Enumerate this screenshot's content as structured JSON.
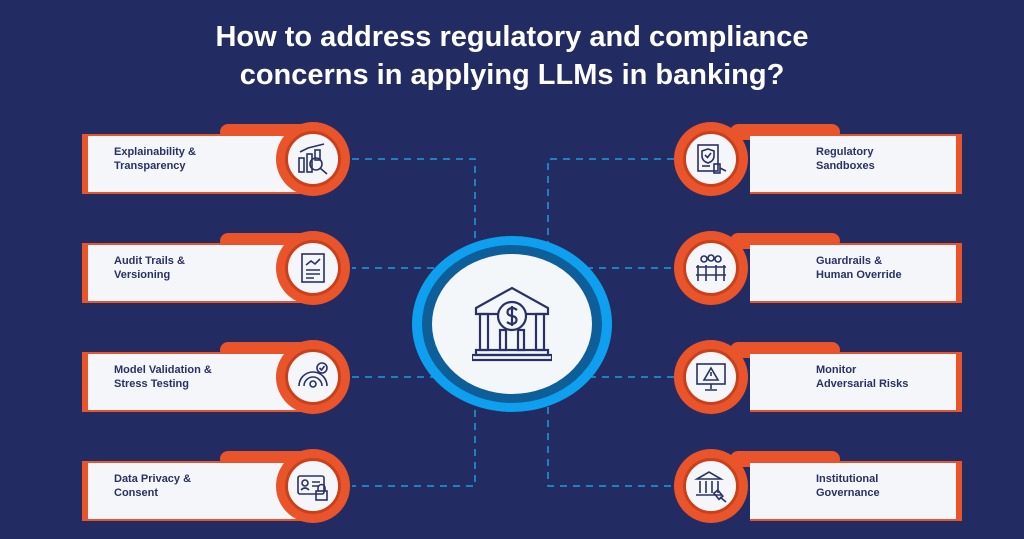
{
  "title": [
    "How to address regulatory and compliance",
    "concerns in applying LLMs in banking?"
  ],
  "center": {
    "icon": "bank-dollar-icon"
  },
  "left_items": [
    {
      "line1": "Explainability &",
      "line2": "Transparency",
      "icon": "chart-magnifier-icon"
    },
    {
      "line1": "Audit Trails &",
      "line2": "Versioning",
      "icon": "report-document-icon"
    },
    {
      "line1": "Model Validation &",
      "line2": "Stress Testing",
      "icon": "gauge-check-icon"
    },
    {
      "line1": "Data Privacy &",
      "line2": "Consent",
      "icon": "id-card-lock-icon"
    }
  ],
  "right_items": [
    {
      "line1": "Regulatory",
      "line2": "Sandboxes",
      "icon": "document-shield-gavel-icon"
    },
    {
      "line1": "Guardrails &",
      "line2": "Human Override",
      "icon": "people-fence-icon"
    },
    {
      "line1": "Monitor",
      "line2": "Adversarial Risks",
      "icon": "monitor-warning-icon"
    },
    {
      "line1": "Institutional",
      "line2": "Governance",
      "icon": "building-gavel-icon"
    }
  ],
  "colors": {
    "background": "#232c62",
    "accent": "#e9542a",
    "center_ring": "#0ea0ef",
    "text": "#2a3166"
  }
}
